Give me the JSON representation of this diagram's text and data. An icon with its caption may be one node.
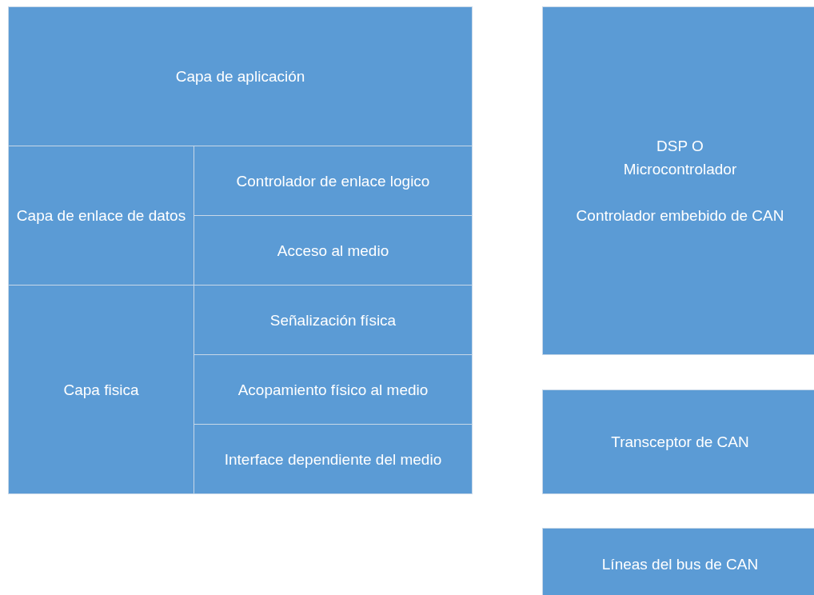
{
  "diagram": {
    "nodes": [
      {
        "text": [
          "Capa de aplicación"
        ]
      },
      {
        "text": [
          "Capa de enlace de datos"
        ]
      },
      {
        "text": [
          "Controlador de enlace logico"
        ]
      },
      {
        "text": [
          "Acceso al medio"
        ]
      },
      {
        "text": [
          "Capa fisica"
        ]
      },
      {
        "text": [
          "Señalización física"
        ]
      },
      {
        "text": [
          "Acopamiento físico al medio"
        ]
      },
      {
        "text": [
          "Interface dependiente del medio"
        ]
      },
      {
        "text": [
          "DSP O Microcontrolador",
          "Controlador embebido de CAN"
        ]
      },
      {
        "text": [
          "Transceptor de CAN"
        ]
      },
      {
        "text": [
          "Líneas del bus de CAN"
        ]
      }
    ]
  }
}
